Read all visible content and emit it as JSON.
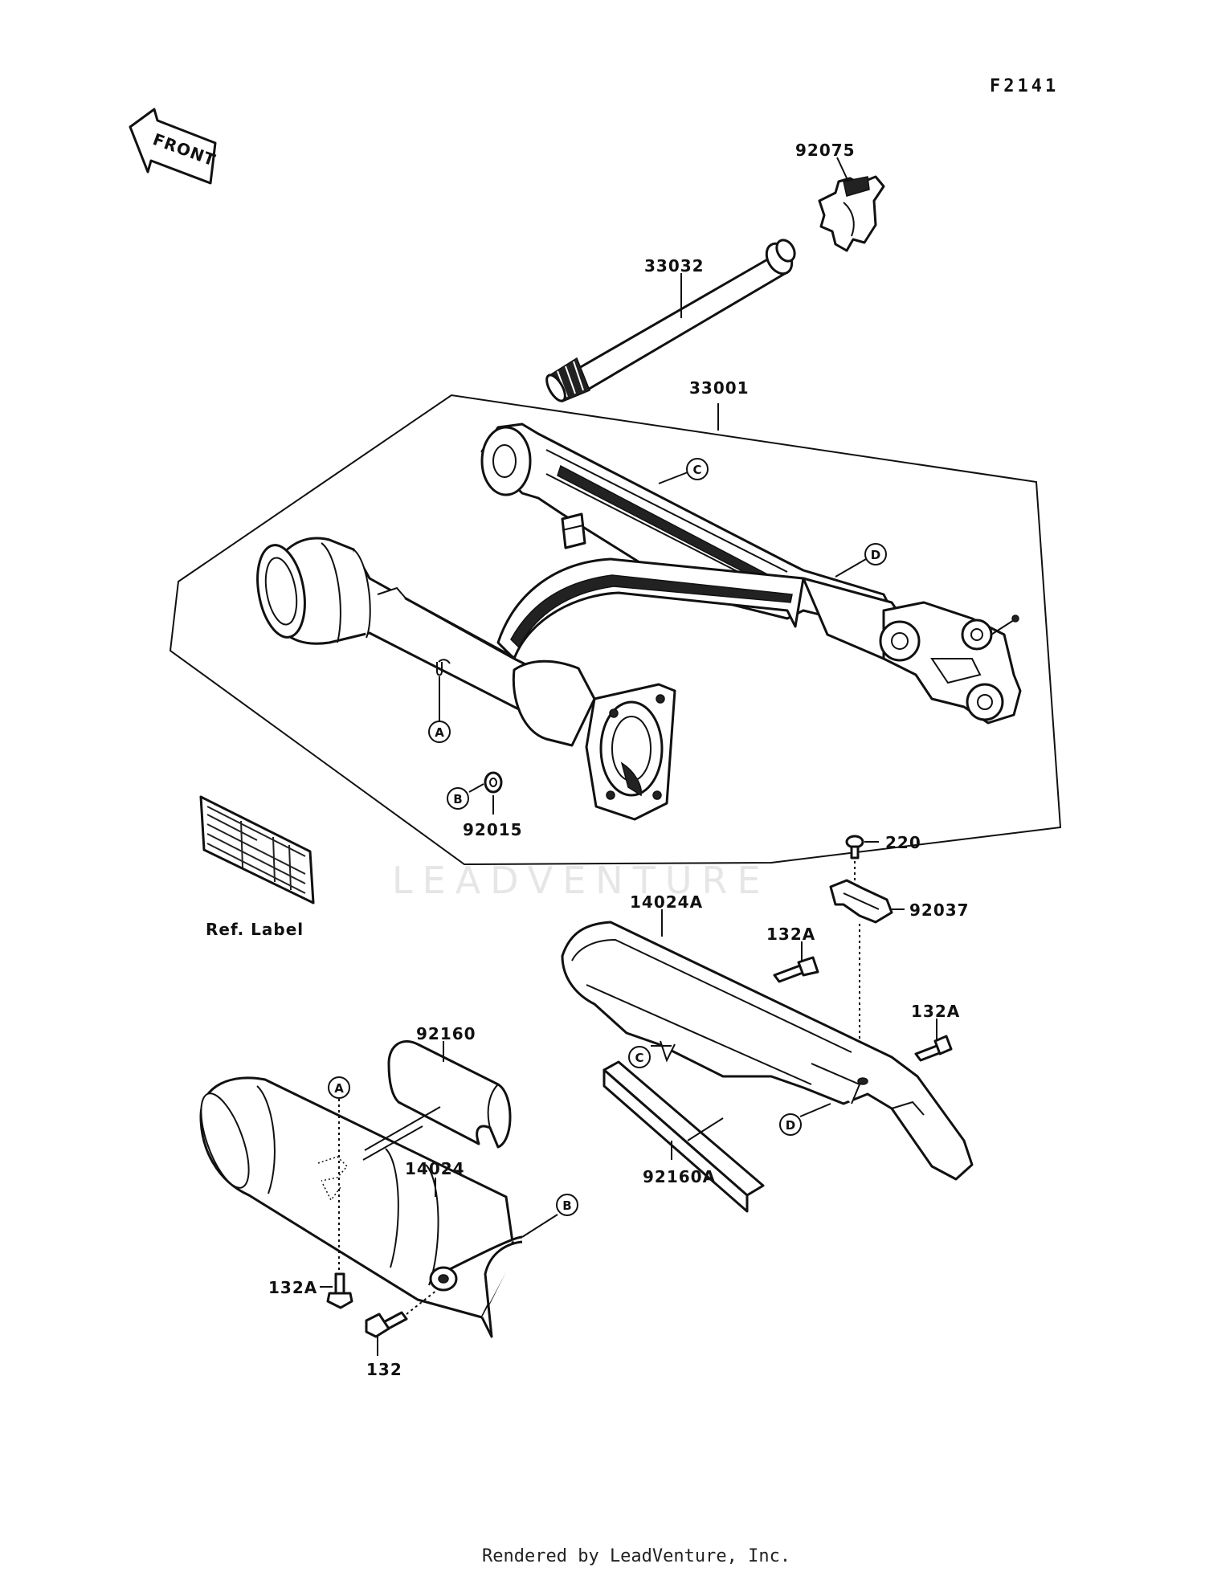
{
  "diagram_code": "F2141",
  "front_arrow_label": "FRONT",
  "ref_label": "Ref. Label",
  "watermark": "LEADVENTURE",
  "footer": "Rendered by LeadVenture, Inc.",
  "parts": {
    "p92075": "92075",
    "p33032": "33032",
    "p33001": "33001",
    "p92015": "92015",
    "p220": "220",
    "p92037": "92037",
    "p14024A": "14024A",
    "p132A_1": "132A",
    "p132A_2": "132A",
    "p92160": "92160",
    "p14024": "14024",
    "p92160A": "92160A",
    "p132A_3": "132A",
    "p132": "132"
  },
  "callouts": {
    "a1": "A",
    "b1": "B",
    "c1": "C",
    "d1": "D",
    "a2": "A",
    "b2": "B",
    "c2": "C",
    "d2": "D"
  }
}
